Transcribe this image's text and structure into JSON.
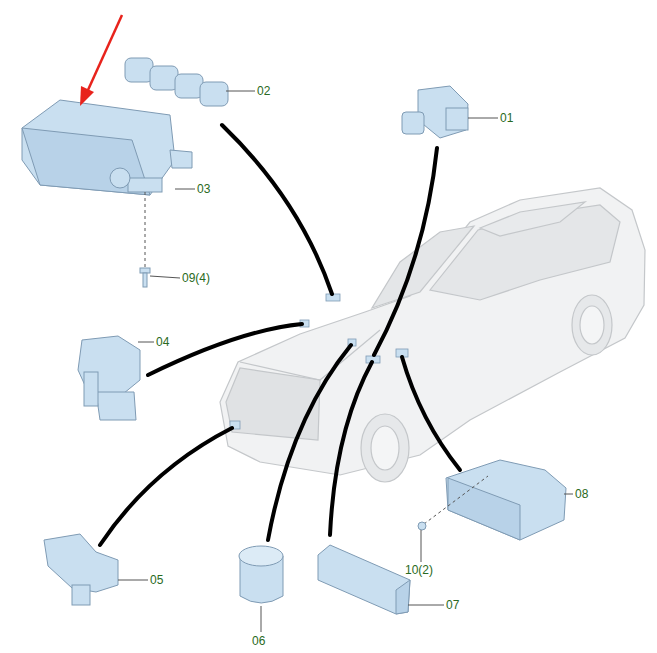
{
  "diagram": {
    "labels": [
      "02",
      "01",
      "03",
      "09(4)",
      "04",
      "08",
      "10(2)",
      "05",
      "06",
      "07"
    ]
  }
}
